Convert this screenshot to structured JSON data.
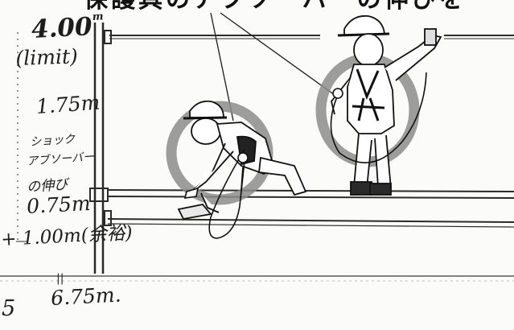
{
  "caption_partial": "保護具のアブソーバーの伸びを",
  "notes": {
    "height_value": "4.00",
    "height_unit": "m",
    "limit": "(limit)",
    "free_fall": "1.75m",
    "shock_absorber_line1": "ショック",
    "shock_absorber_line2": "アブソーバー",
    "shock_absorber_line3": "の伸び",
    "extension": "0.75m",
    "margin": "+ 1.00m(余裕)",
    "equals": "||",
    "total": "6.75m.",
    "corner_mark": "5"
  },
  "icons": [
    "worker-crouching-icon",
    "worker-standing-icon",
    "safety-harness-icon",
    "lanyard-hook-icon"
  ],
  "colors": {
    "ink": "#1d1d1d",
    "halo": "#8c8c8c",
    "paper": "#fbfbf9",
    "rail": "#2a2a2a"
  }
}
